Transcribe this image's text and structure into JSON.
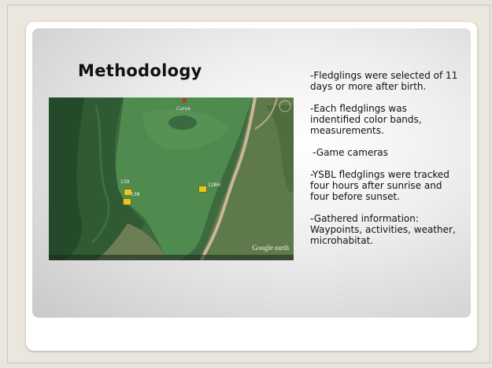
{
  "slide": {
    "title": "Methodology",
    "bullets": [
      "-Fledglings were selected of 11 days or more after birth.",
      "-Each fledglings was indentified color bands, measurements.",
      "-Game cameras",
      "-YSBL fledglings were tracked  four hours after sunrise and four before sunset.",
      "-Gathered information: Waypoints, activities, weather, microhabitat."
    ]
  },
  "map": {
    "labels": {
      "top": "Curva",
      "pin_a": "139",
      "pin_b": "138",
      "pin_c": "128H"
    },
    "watermark": "Google earth"
  },
  "colors": {
    "background": "#ebe6dc",
    "water": "#4f8a4e",
    "forest": "#2f5a33",
    "road": "#c8b79a",
    "pin": "#e3c92a"
  }
}
